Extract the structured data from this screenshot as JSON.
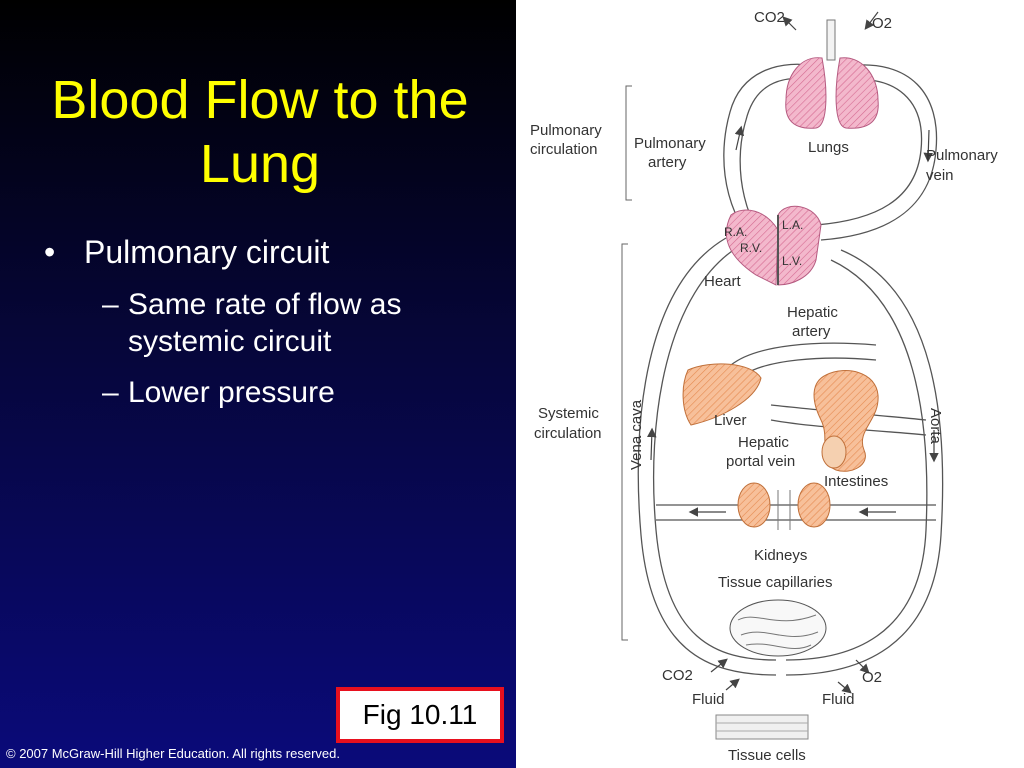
{
  "slide": {
    "title": "Blood Flow to the Lung",
    "bullets": [
      {
        "text": "Pulmonary circuit",
        "sub": [
          "Same rate of flow as systemic circuit",
          "Lower pressure"
        ]
      }
    ],
    "fig_label": "Fig 10.11",
    "copyright": "© 2007 McGraw-Hill Higher Education. All rights reserved."
  },
  "diagram": {
    "co2_top": "CO2",
    "o2_top": "O2",
    "pulmonary_circulation": [
      "Pulmonary",
      "circulation"
    ],
    "pulmonary_artery": [
      "Pulmonary",
      "artery"
    ],
    "lungs": "Lungs",
    "pulmonary_vein": [
      "Pulmonary",
      "vein"
    ],
    "ra": "R.A.",
    "rv": "R.V.",
    "la": "L.A.",
    "lv": "L.V.",
    "heart": "Heart",
    "hepatic_artery": [
      "Hepatic",
      "artery"
    ],
    "systemic_circulation": [
      "Systemic",
      "circulation"
    ],
    "vena_cava": "Vena cava",
    "aorta": "Aorta",
    "liver": "Liver",
    "hepatic_portal_vein": [
      "Hepatic",
      "portal vein"
    ],
    "intestines": "Intestines",
    "kidneys": "Kidneys",
    "tissue_capillaries": "Tissue capillaries",
    "co2_bottom": "CO2",
    "o2_bottom": "O2",
    "fluid_left": "Fluid",
    "fluid_right": "Fluid",
    "tissue_cells": "Tissue cells"
  },
  "colors": {
    "title": "#ffff00",
    "background_top": "#000000",
    "background_bottom": "#0a0a7a",
    "fig_border": "#e8101e",
    "organ_pink": "#e89ab8",
    "organ_orange": "#f0a070"
  }
}
